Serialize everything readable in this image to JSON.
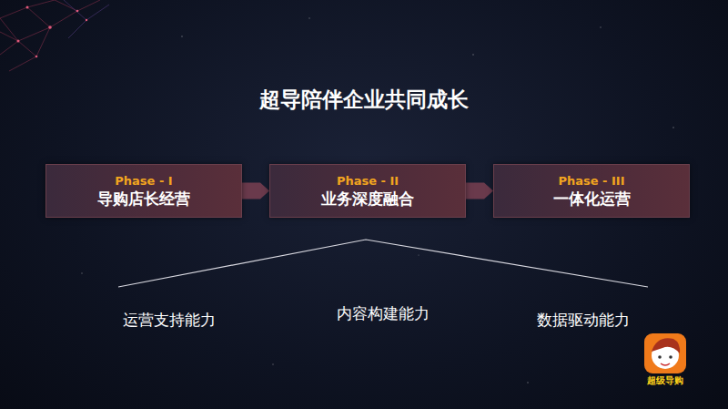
{
  "diagram": {
    "title": "超导陪伴企业共同成长",
    "nodes": [
      {
        "text": [
          "Phase - I",
          "导购店长经营"
        ]
      },
      {
        "text": [
          "Phase - II",
          "业务深度融合"
        ]
      },
      {
        "text": [
          "Phase - III",
          "一体化运营"
        ]
      }
    ],
    "edges": [
      {
        "from": 0,
        "to": 1,
        "arrow": "to"
      },
      {
        "from": 1,
        "to": 2,
        "arrow": "to"
      }
    ],
    "labels": [
      "运营支持能力",
      "内容构建能力",
      "数据驱动能力",
      "超级导购"
    ]
  }
}
